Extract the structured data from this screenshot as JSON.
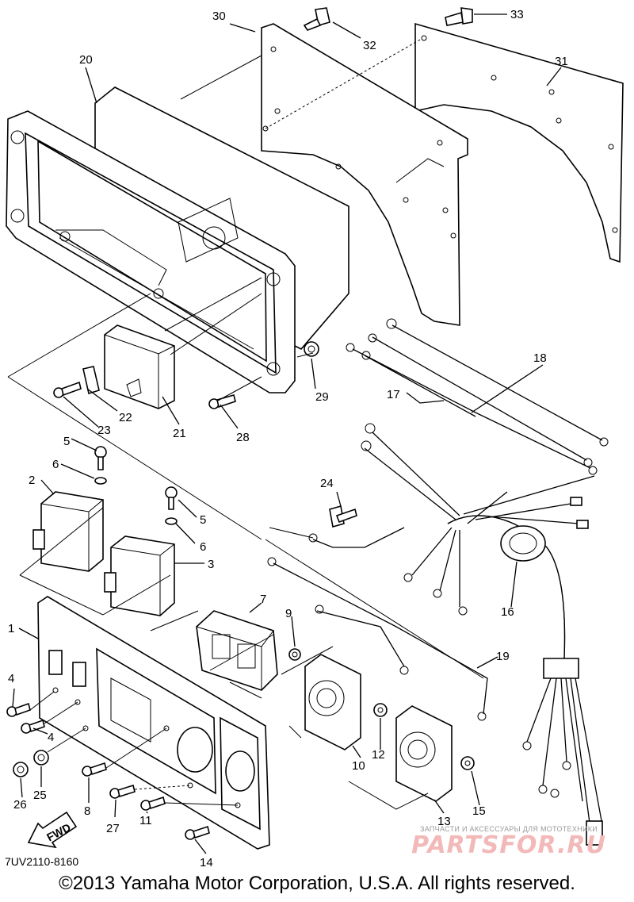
{
  "diagram": {
    "code": "7UV2110-8160",
    "copyright": "©2013 Yamaha Motor Corporation, U.S.A. All rights reserved.",
    "fwd_label": "FWD",
    "watermark": {
      "caption": "ЗАПЧАСТИ И АКСЕССУАРЫ ДЛЯ МОТОТЕХНИКИ",
      "logo": "PARTSFOR.RU"
    },
    "callouts": {
      "c1": "1",
      "c2": "2",
      "c3": "3",
      "c4a": "4",
      "c4b": "4",
      "c5a": "5",
      "c5b": "5",
      "c6a": "6",
      "c6b": "6",
      "c7": "7",
      "c8": "8",
      "c9": "9",
      "c10": "10",
      "c11": "11",
      "c12": "12",
      "c13": "13",
      "c14": "14",
      "c15": "15",
      "c16": "16",
      "c17": "17",
      "c18": "18",
      "c19": "19",
      "c20": "20",
      "c21": "21",
      "c22": "22",
      "c23": "23",
      "c24": "24",
      "c25": "25",
      "c26": "26",
      "c27": "27",
      "c28": "28",
      "c29": "29",
      "c30": "30",
      "c31": "31",
      "c32": "32",
      "c33": "33"
    }
  }
}
